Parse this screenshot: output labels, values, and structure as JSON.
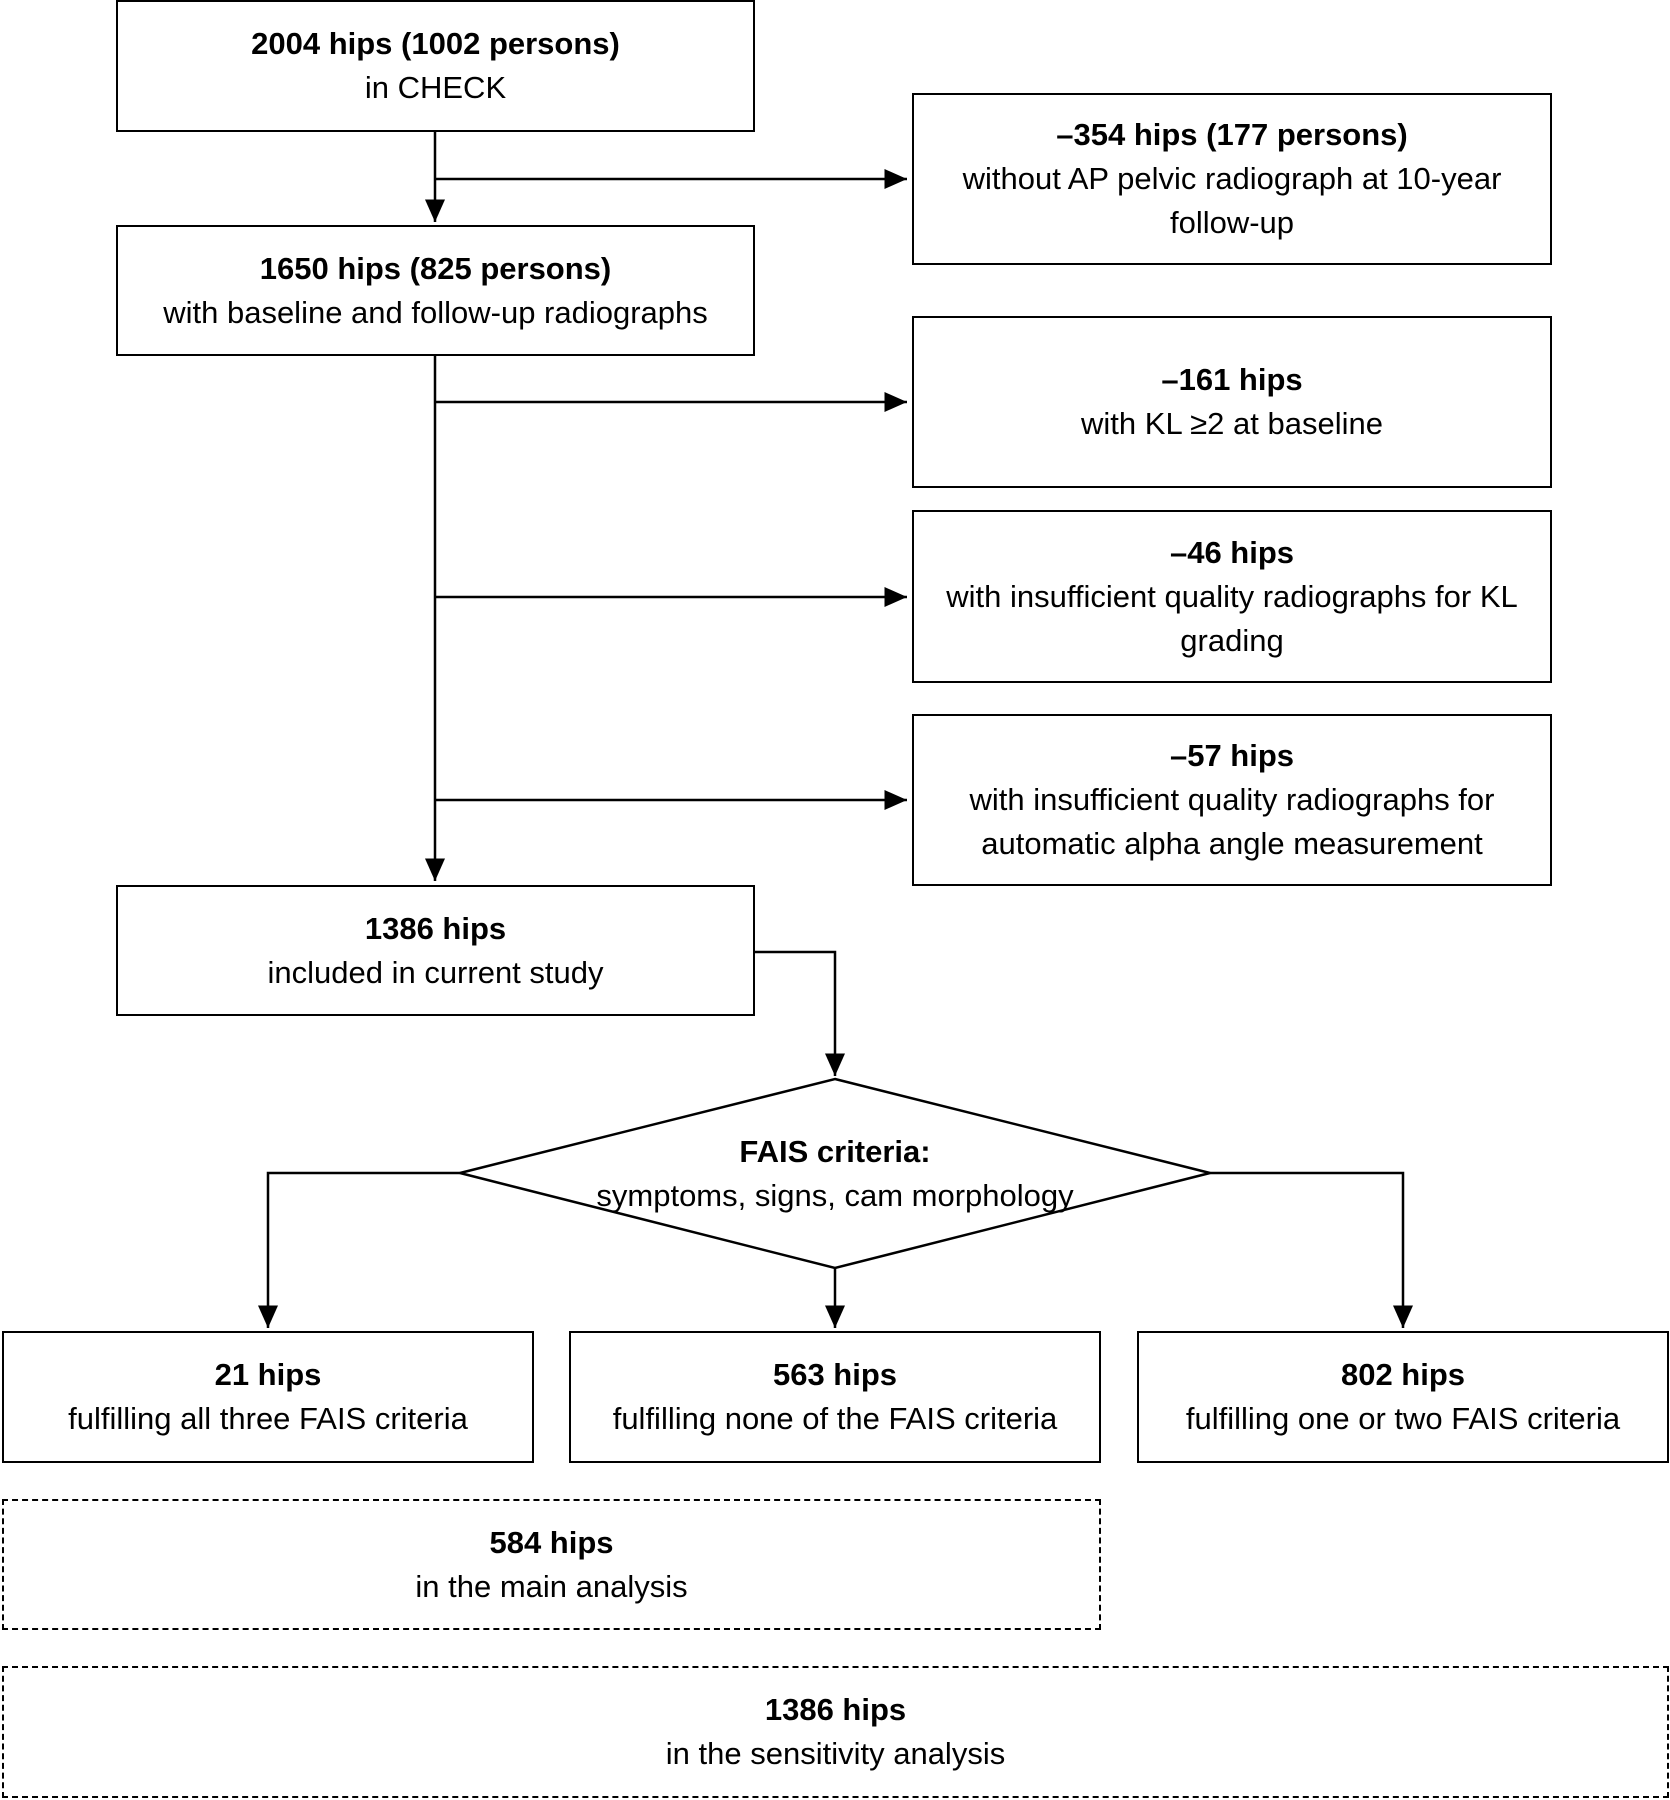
{
  "boxes": {
    "start": {
      "title": "2004 hips (1002 persons)",
      "text": "in CHECK"
    },
    "excl_radiograph": {
      "title": "–354 hips (177 persons)",
      "text": "without AP pelvic radiograph at 10-year follow-up"
    },
    "followup": {
      "title": "1650 hips (825 persons)",
      "text": "with baseline and follow-up radiographs"
    },
    "excl_kl": {
      "title": "–161 hips",
      "text": "with KL ≥2 at baseline"
    },
    "excl_kl_quality": {
      "title": "–46 hips",
      "text": "with insufficient quality radiographs for KL grading"
    },
    "excl_alpha_quality": {
      "title": "–57 hips",
      "text": "with insufficient quality radiographs for automatic alpha angle measurement"
    },
    "included": {
      "title": "1386 hips",
      "text": "included in current study"
    },
    "all_three": {
      "title": "21 hips",
      "text": "fulfilling all three FAIS criteria"
    },
    "none": {
      "title": "563 hips",
      "text": "fulfilling none of the FAIS criteria"
    },
    "one_or_two": {
      "title": "802 hips",
      "text": "fulfilling one or two FAIS criteria"
    },
    "main_analysis": {
      "title": "584 hips",
      "text": "in the main analysis"
    },
    "sensitivity": {
      "title": "1386 hips",
      "text": "in the sensitivity analysis"
    }
  },
  "decision": {
    "title": "FAIS criteria:",
    "text": "symptoms, signs, cam morphology"
  }
}
